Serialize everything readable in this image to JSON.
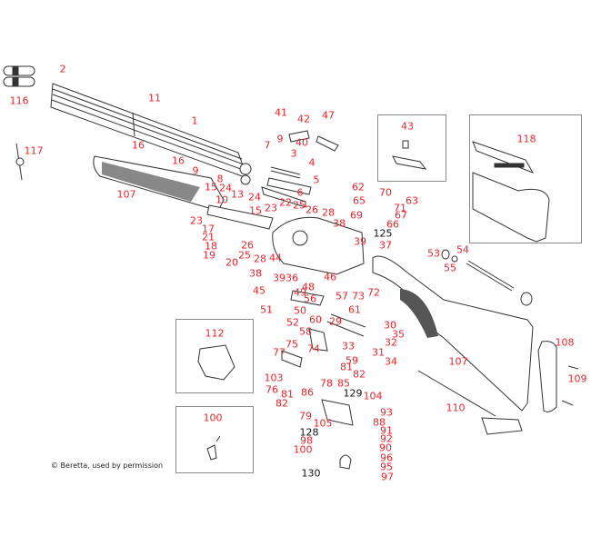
{
  "diagram": {
    "title": "Beretta shotgun exploded parts diagram",
    "label_colors": {
      "standard": "#e3262c",
      "alternate": "#111111"
    },
    "inset_boxes": [
      {
        "id": "43",
        "label": "43"
      },
      {
        "id": "118",
        "label": "118"
      },
      {
        "id": "112",
        "label": "112"
      },
      {
        "id": "100",
        "label": "100"
      }
    ],
    "copyright": "© Beretta, used by permission",
    "labels": [
      {
        "text": "2",
        "color": "red"
      },
      {
        "text": "116",
        "color": "red"
      },
      {
        "text": "11",
        "color": "red"
      },
      {
        "text": "1",
        "color": "red"
      },
      {
        "text": "117",
        "color": "red"
      },
      {
        "text": "16",
        "color": "red"
      },
      {
        "text": "16",
        "color": "red"
      },
      {
        "text": "107",
        "color": "red"
      },
      {
        "text": "9",
        "color": "red"
      },
      {
        "text": "8",
        "color": "red"
      },
      {
        "text": "15",
        "color": "red"
      },
      {
        "text": "24",
        "color": "red"
      },
      {
        "text": "13",
        "color": "red"
      },
      {
        "text": "10",
        "color": "red"
      },
      {
        "text": "24",
        "color": "red"
      },
      {
        "text": "15",
        "color": "red"
      },
      {
        "text": "41",
        "color": "red"
      },
      {
        "text": "42",
        "color": "red"
      },
      {
        "text": "47",
        "color": "red"
      },
      {
        "text": "9",
        "color": "red"
      },
      {
        "text": "7",
        "color": "red"
      },
      {
        "text": "40",
        "color": "red"
      },
      {
        "text": "3",
        "color": "red"
      },
      {
        "text": "4",
        "color": "red"
      },
      {
        "text": "5",
        "color": "red"
      },
      {
        "text": "6",
        "color": "red"
      },
      {
        "text": "23",
        "color": "red"
      },
      {
        "text": "22",
        "color": "red"
      },
      {
        "text": "25",
        "color": "red"
      },
      {
        "text": "26",
        "color": "red"
      },
      {
        "text": "28",
        "color": "red"
      },
      {
        "text": "23",
        "color": "red"
      },
      {
        "text": "17",
        "color": "red"
      },
      {
        "text": "21",
        "color": "red"
      },
      {
        "text": "18",
        "color": "red"
      },
      {
        "text": "19",
        "color": "red"
      },
      {
        "text": "26",
        "color": "red"
      },
      {
        "text": "25",
        "color": "red"
      },
      {
        "text": "20",
        "color": "red"
      },
      {
        "text": "28",
        "color": "red"
      },
      {
        "text": "44",
        "color": "red"
      },
      {
        "text": "38",
        "color": "red"
      },
      {
        "text": "38",
        "color": "red"
      },
      {
        "text": "39",
        "color": "red"
      },
      {
        "text": "36",
        "color": "red"
      },
      {
        "text": "45",
        "color": "red"
      },
      {
        "text": "46",
        "color": "red"
      },
      {
        "text": "62",
        "color": "red"
      },
      {
        "text": "70",
        "color": "red"
      },
      {
        "text": "65",
        "color": "red"
      },
      {
        "text": "71",
        "color": "red"
      },
      {
        "text": "63",
        "color": "red"
      },
      {
        "text": "69",
        "color": "red"
      },
      {
        "text": "67",
        "color": "red"
      },
      {
        "text": "66",
        "color": "red"
      },
      {
        "text": "125",
        "color": "black"
      },
      {
        "text": "39",
        "color": "red"
      },
      {
        "text": "37",
        "color": "red"
      },
      {
        "text": "48",
        "color": "red"
      },
      {
        "text": "49",
        "color": "red"
      },
      {
        "text": "56",
        "color": "red"
      },
      {
        "text": "57",
        "color": "red"
      },
      {
        "text": "73",
        "color": "red"
      },
      {
        "text": "72",
        "color": "red"
      },
      {
        "text": "51",
        "color": "red"
      },
      {
        "text": "50",
        "color": "red"
      },
      {
        "text": "61",
        "color": "red"
      },
      {
        "text": "52",
        "color": "red"
      },
      {
        "text": "60",
        "color": "red"
      },
      {
        "text": "29",
        "color": "red"
      },
      {
        "text": "30",
        "color": "red"
      },
      {
        "text": "35",
        "color": "red"
      },
      {
        "text": "58",
        "color": "red"
      },
      {
        "text": "32",
        "color": "red"
      },
      {
        "text": "75",
        "color": "red"
      },
      {
        "text": "74",
        "color": "red"
      },
      {
        "text": "33",
        "color": "red"
      },
      {
        "text": "31",
        "color": "red"
      },
      {
        "text": "77",
        "color": "red"
      },
      {
        "text": "34",
        "color": "red"
      },
      {
        "text": "59",
        "color": "red"
      },
      {
        "text": "81",
        "color": "red"
      },
      {
        "text": "82",
        "color": "red"
      },
      {
        "text": "103",
        "color": "red"
      },
      {
        "text": "78",
        "color": "red"
      },
      {
        "text": "85",
        "color": "red"
      },
      {
        "text": "76",
        "color": "red"
      },
      {
        "text": "81",
        "color": "red"
      },
      {
        "text": "86",
        "color": "red"
      },
      {
        "text": "82",
        "color": "red"
      },
      {
        "text": "129",
        "color": "black"
      },
      {
        "text": "104",
        "color": "red"
      },
      {
        "text": "79",
        "color": "red"
      },
      {
        "text": "93",
        "color": "red"
      },
      {
        "text": "105",
        "color": "red"
      },
      {
        "text": "88",
        "color": "red"
      },
      {
        "text": "128",
        "color": "black"
      },
      {
        "text": "91",
        "color": "red"
      },
      {
        "text": "98",
        "color": "red"
      },
      {
        "text": "92",
        "color": "red"
      },
      {
        "text": "100",
        "color": "red"
      },
      {
        "text": "90",
        "color": "red"
      },
      {
        "text": "96",
        "color": "red"
      },
      {
        "text": "95",
        "color": "red"
      },
      {
        "text": "130",
        "color": "black"
      },
      {
        "text": "97",
        "color": "red"
      },
      {
        "text": "53",
        "color": "red"
      },
      {
        "text": "54",
        "color": "red"
      },
      {
        "text": "55",
        "color": "red"
      },
      {
        "text": "107",
        "color": "red"
      },
      {
        "text": "108",
        "color": "red"
      },
      {
        "text": "109",
        "color": "red"
      },
      {
        "text": "110",
        "color": "red"
      }
    ]
  }
}
